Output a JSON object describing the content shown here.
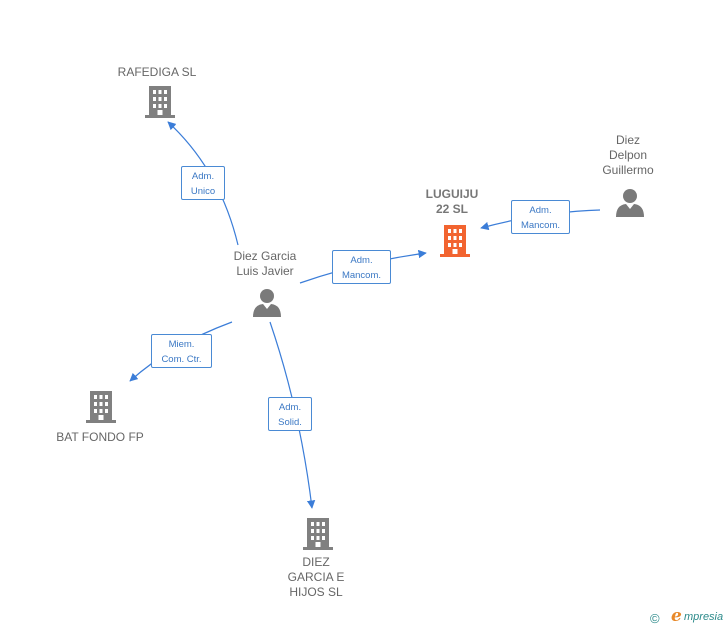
{
  "nodes": {
    "rafediga": {
      "label": "RAFEDIGA SL",
      "type": "company"
    },
    "luguiju": {
      "label": "LUGUIJU\n22  SL",
      "type": "company-main"
    },
    "bat_fondo": {
      "label": "BAT FONDO FP",
      "type": "company"
    },
    "diez_garcia_hijos": {
      "label": "DIEZ\nGARCIA E\nHIJOS  SL",
      "type": "company"
    },
    "diez_garcia_luis": {
      "label": "Diez Garcia\nLuis Javier",
      "type": "person"
    },
    "diez_delpon": {
      "label": "Diez\nDelpon\nGuillermo",
      "type": "person"
    }
  },
  "edges": {
    "to_rafediga": {
      "label": "Adm.\nUnico"
    },
    "to_luguiju": {
      "label": "Adm.\nMancom."
    },
    "delpon_to_luguiju": {
      "label": "Adm.\nMancom."
    },
    "to_bat_fondo": {
      "label": "Miem.\nCom. Ctr."
    },
    "to_diez_garcia_hijos": {
      "label": "Adm.\nSolid."
    }
  },
  "colors": {
    "edge": "#3b7dd8",
    "company_icon": "#808080",
    "main_company_icon": "#f26430",
    "person_icon": "#7a7a7a"
  },
  "footer": {
    "copyright_symbol": "©",
    "brand_initial": "e",
    "brand_rest": "mpresia"
  }
}
